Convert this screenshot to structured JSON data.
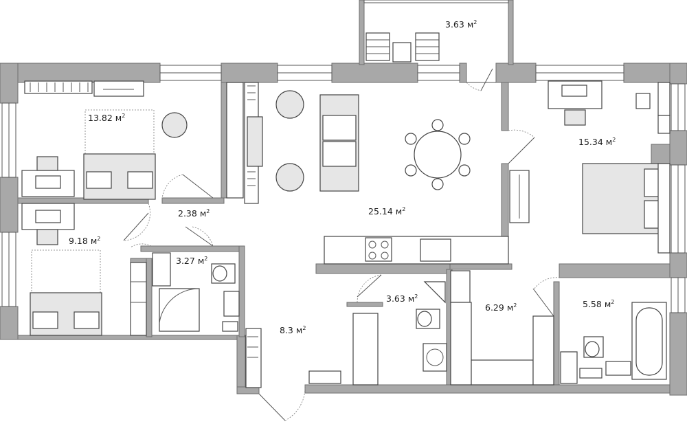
{
  "floor_plan": {
    "rooms": [
      {
        "id": "balcony",
        "area": "3.63",
        "unit": "м"
      },
      {
        "id": "bedroom-left",
        "area": "13.82",
        "unit": "м"
      },
      {
        "id": "bedroom-right",
        "area": "15.34",
        "unit": "м"
      },
      {
        "id": "hall",
        "area": "2.38",
        "unit": "м"
      },
      {
        "id": "living-kitchen",
        "area": "25.14",
        "unit": "м"
      },
      {
        "id": "children-room",
        "area": "9.18",
        "unit": "м"
      },
      {
        "id": "bathroom-small",
        "area": "3.27",
        "unit": "м"
      },
      {
        "id": "toilet-laundry",
        "area": "3.63",
        "unit": "м"
      },
      {
        "id": "wardrobe",
        "area": "6.29",
        "unit": "м"
      },
      {
        "id": "bathroom",
        "area": "5.58",
        "unit": "м"
      },
      {
        "id": "entrance-corridor",
        "area": "8.3",
        "unit": "м"
      }
    ],
    "unit_power": "2",
    "colors": {
      "wall": "#a8a8a8",
      "furniture_fill": "#e6e6e6",
      "line": "#444444"
    }
  }
}
